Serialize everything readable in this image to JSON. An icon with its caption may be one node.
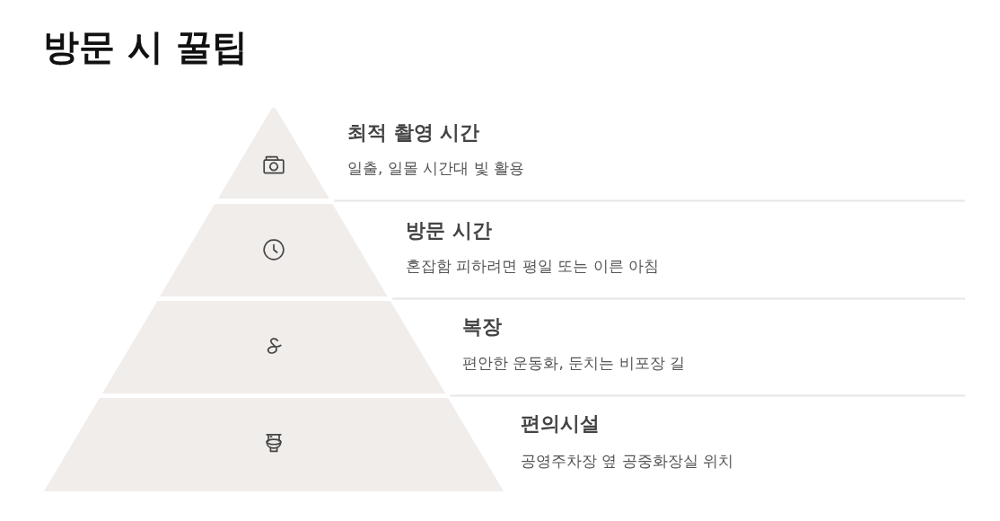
{
  "diagram": {
    "title": "방문 시 꿀팁",
    "nodes": [
      {
        "text": [
          "최적 촬영 시간",
          "일출, 일몰 시간대 빛 활용"
        ]
      },
      {
        "text": [
          "방문 시간",
          "혼잡함 피하려면 평일 또는 이른 아침"
        ]
      },
      {
        "text": [
          "복장",
          "편안한 운동화, 둔치는 비포장 길"
        ]
      },
      {
        "text": [
          "편의시설",
          "공영주차장 옆 공중화장실 위치"
        ]
      }
    ]
  }
}
